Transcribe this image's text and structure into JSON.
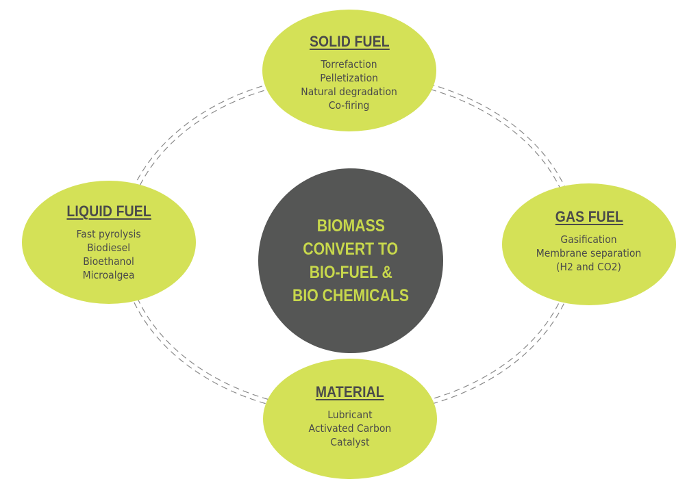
{
  "center": {
    "lines": [
      "BIOMASS",
      "CONVERT TO",
      "BIO-FUEL &",
      "BIO CHEMICALS"
    ]
  },
  "nodes": {
    "solid": {
      "title": "SOLID FUEL",
      "items": [
        "Torrefaction",
        "Pelletization",
        "Natural degradation",
        "Co-firing"
      ]
    },
    "liquid": {
      "title": "LIQUID FUEL",
      "items": [
        "Fast pyrolysis",
        "Biodiesel",
        "Bioethanol",
        "Microalgea"
      ]
    },
    "gas": {
      "title": "GAS FUEL",
      "items": [
        "Gasification",
        "Membrane separation",
        "(H2 and CO2)"
      ]
    },
    "material": {
      "title": "MATERIAL",
      "items": [
        "Lubricant",
        "Activated Carbon",
        "Catalyst"
      ]
    }
  },
  "colors": {
    "node_fill": "#d4e157",
    "center_fill": "#555655",
    "center_text": "#c8d84c",
    "node_text": "#4a4a4a",
    "dashed_ring": "#8a8a8a"
  }
}
